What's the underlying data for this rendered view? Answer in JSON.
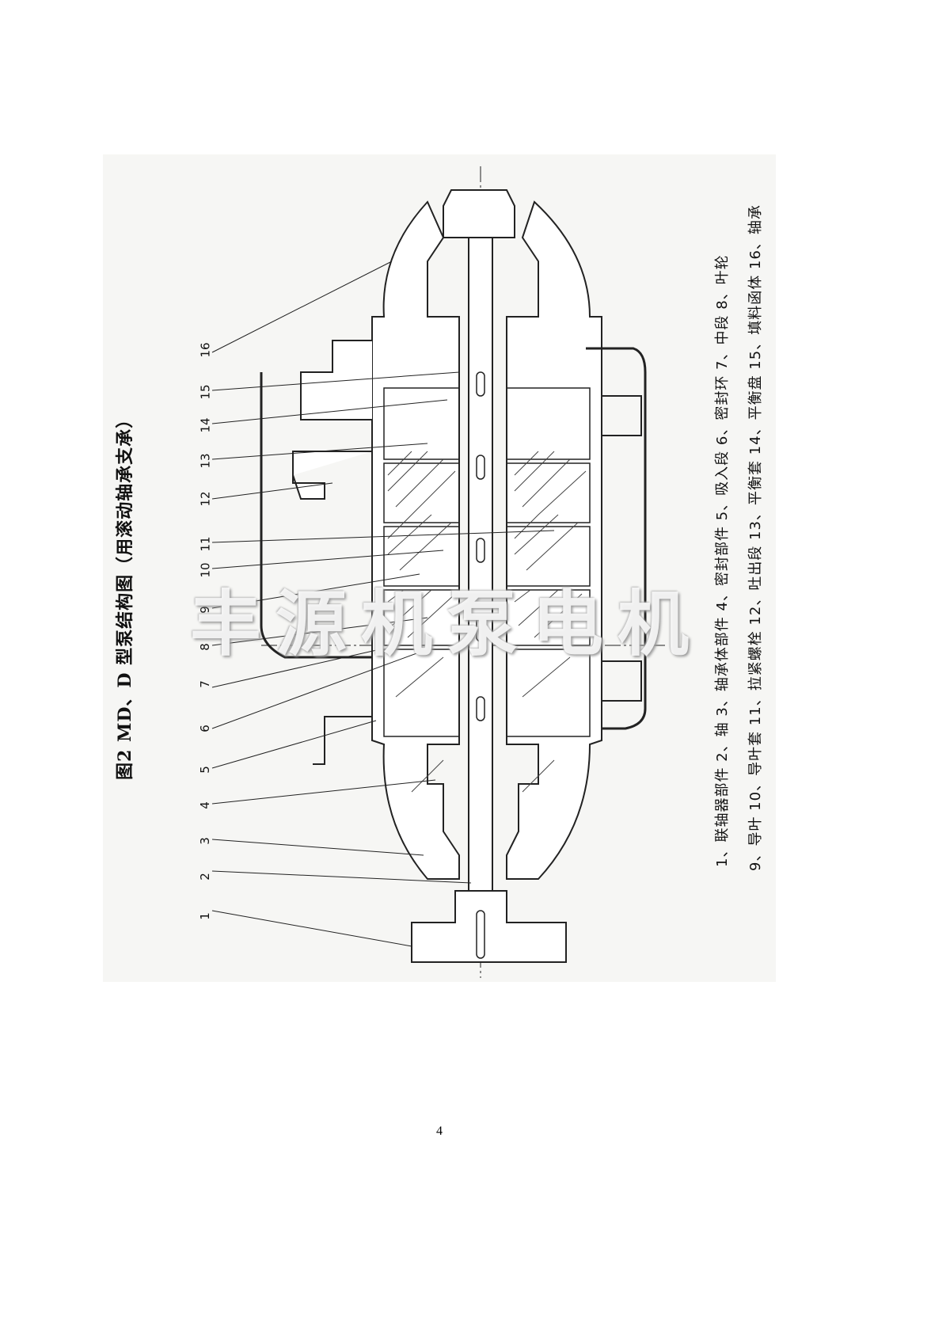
{
  "figure": {
    "title": "图2 MD、D 型泵结构图（用滚动轴承支承）",
    "part_numbers": [
      "1",
      "2",
      "3",
      "4",
      "5",
      "6",
      "7",
      "8",
      "9",
      "10",
      "11",
      "12",
      "13",
      "14",
      "15",
      "16"
    ],
    "legend_line1": "1、联轴器部件 2、轴 3、轴承体部件 4、密封部件 5、吸入段 6、密封环 7、中段 8、叶轮",
    "legend_line2": "9、导叶 10、导叶套 11、拉紧螺栓 12、吐出段 13、平衡套 14、平衡盘 15、填料函体 16、轴承",
    "watermark": "丰源机泵电机"
  },
  "page_number": "4"
}
